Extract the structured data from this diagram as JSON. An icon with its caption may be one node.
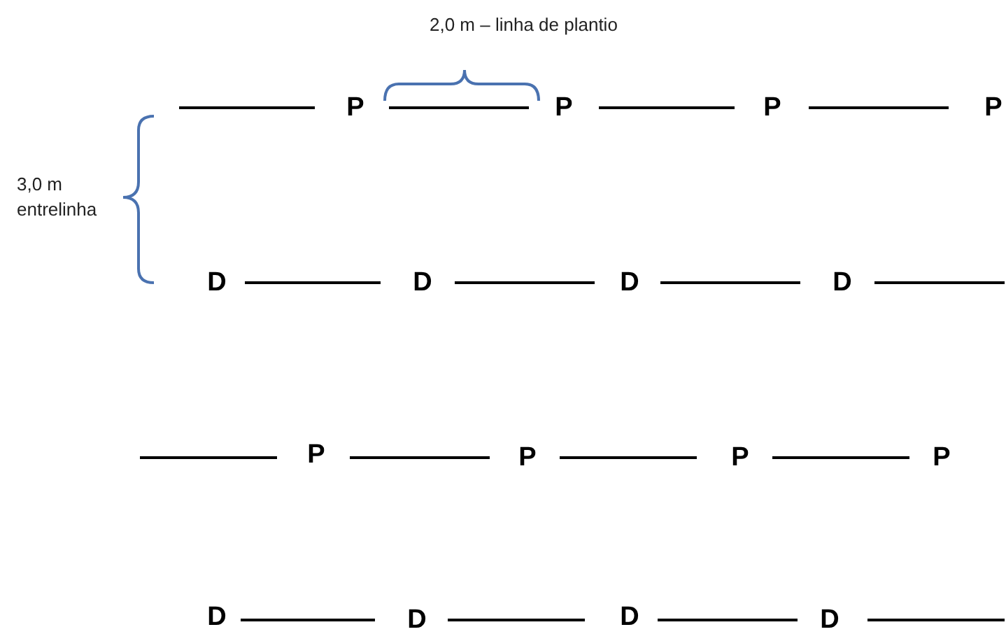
{
  "diagram": {
    "labels": [
      "2,0 m – linha de plantio",
      "3,0 m entrelinha",
      "P",
      "P",
      "P",
      "P",
      "D",
      "D",
      "D",
      "D",
      "P",
      "P",
      "P",
      "P",
      "D",
      "D",
      "D",
      "D"
    ]
  }
}
